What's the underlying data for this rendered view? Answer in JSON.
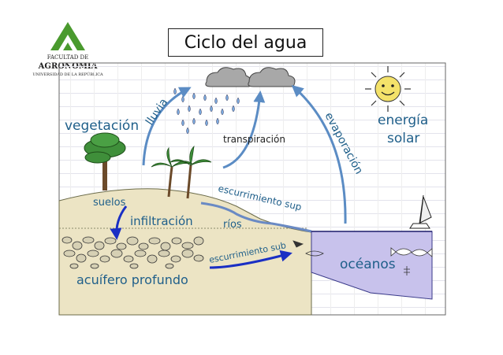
{
  "title": "Ciclo del agua",
  "logo": {
    "line1": "FACULTAD DE",
    "line2": "AGRONOMIA",
    "line3": "UNIVERSIDAD DE LA REPÚBLICA"
  },
  "labels": {
    "lluvia": "lluvia",
    "vegetacion": "vegetación",
    "transpiracion": "transpiración",
    "evaporacion": "evaporación",
    "energia_solar_1": "energía",
    "energia_solar_2": "solar",
    "escurrimiento_sup": "escurrimiento sup",
    "suelos": "suelos",
    "infiltracion": "infiltración",
    "rios": "ríos",
    "escurrimiento_sub": "escurrimiento sub",
    "oceanos": "océanos",
    "acuifero": "acuífero profundo"
  },
  "colors": {
    "label_blue": "#1f5f8a",
    "arrow_light": "#5b8cc4",
    "arrow_dark": "#1a2fc4",
    "ocean": "#c8c2ec",
    "ground": "#ece4c4",
    "tree_green": "#3f8f3a"
  }
}
